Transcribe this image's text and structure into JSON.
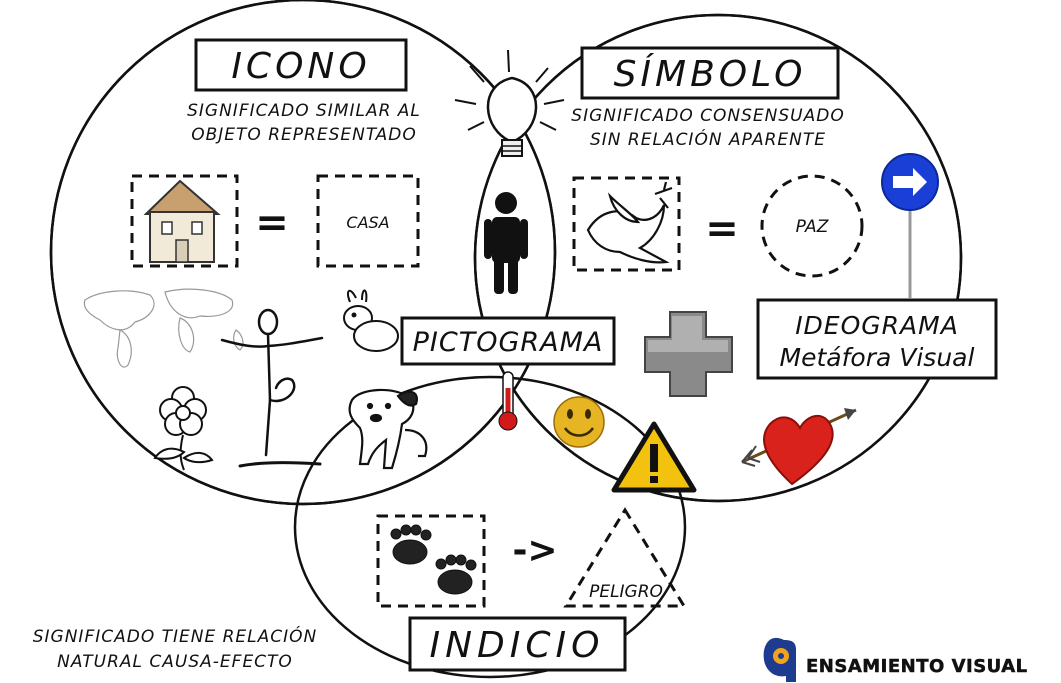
{
  "labels": {
    "icono": "ICONO",
    "simbolo": "SÍMBOLO",
    "indicio": "INDICIO",
    "pictograma": "PICTOGRAMA",
    "ideograma_line1": "IDEOGRAMA",
    "ideograma_line2": "Metáfora Visual"
  },
  "descriptions": {
    "icono_line1": "SIGNIFICADO SIMILAR AL",
    "icono_line2": "OBJETO REPRESENTADO",
    "simbolo_line1": "SIGNIFICADO CONSENSUADO",
    "simbolo_line2": "SIN RELACIÓN APARENTE",
    "indicio_line1": "SIGNIFICADO TIENE RELACIÓN",
    "indicio_line2": "NATURAL CAUSA-EFECTO"
  },
  "examples": {
    "casa": "CASA",
    "paz": "PAZ",
    "peligro": "PELIGRO",
    "equals": "=",
    "arrow": "->"
  },
  "logo": {
    "text": "ENSAMIENTO VISUAL"
  },
  "colors": {
    "ink": "#111111",
    "heart": "#d9221c",
    "sign_blue": "#1a3fd6",
    "warning_yellow": "#f2c20f",
    "smiley": "#e7b523",
    "thermometer": "#d11a1a",
    "logo_blue": "#1d3c8f",
    "logo_orange": "#f2a21c"
  },
  "icons": [
    "lightbulb-icon",
    "house-icon",
    "dove-icon",
    "person-pictogram-icon",
    "one-way-sign-icon",
    "rabbit-icon",
    "world-map-icon",
    "dancer-icon",
    "flower-icon",
    "dog-icon",
    "thermometer-icon",
    "smiley-icon",
    "warning-sign-icon",
    "heart-arrow-icon",
    "plus-icon",
    "paw-prints-icon",
    "brain-logo-icon"
  ]
}
